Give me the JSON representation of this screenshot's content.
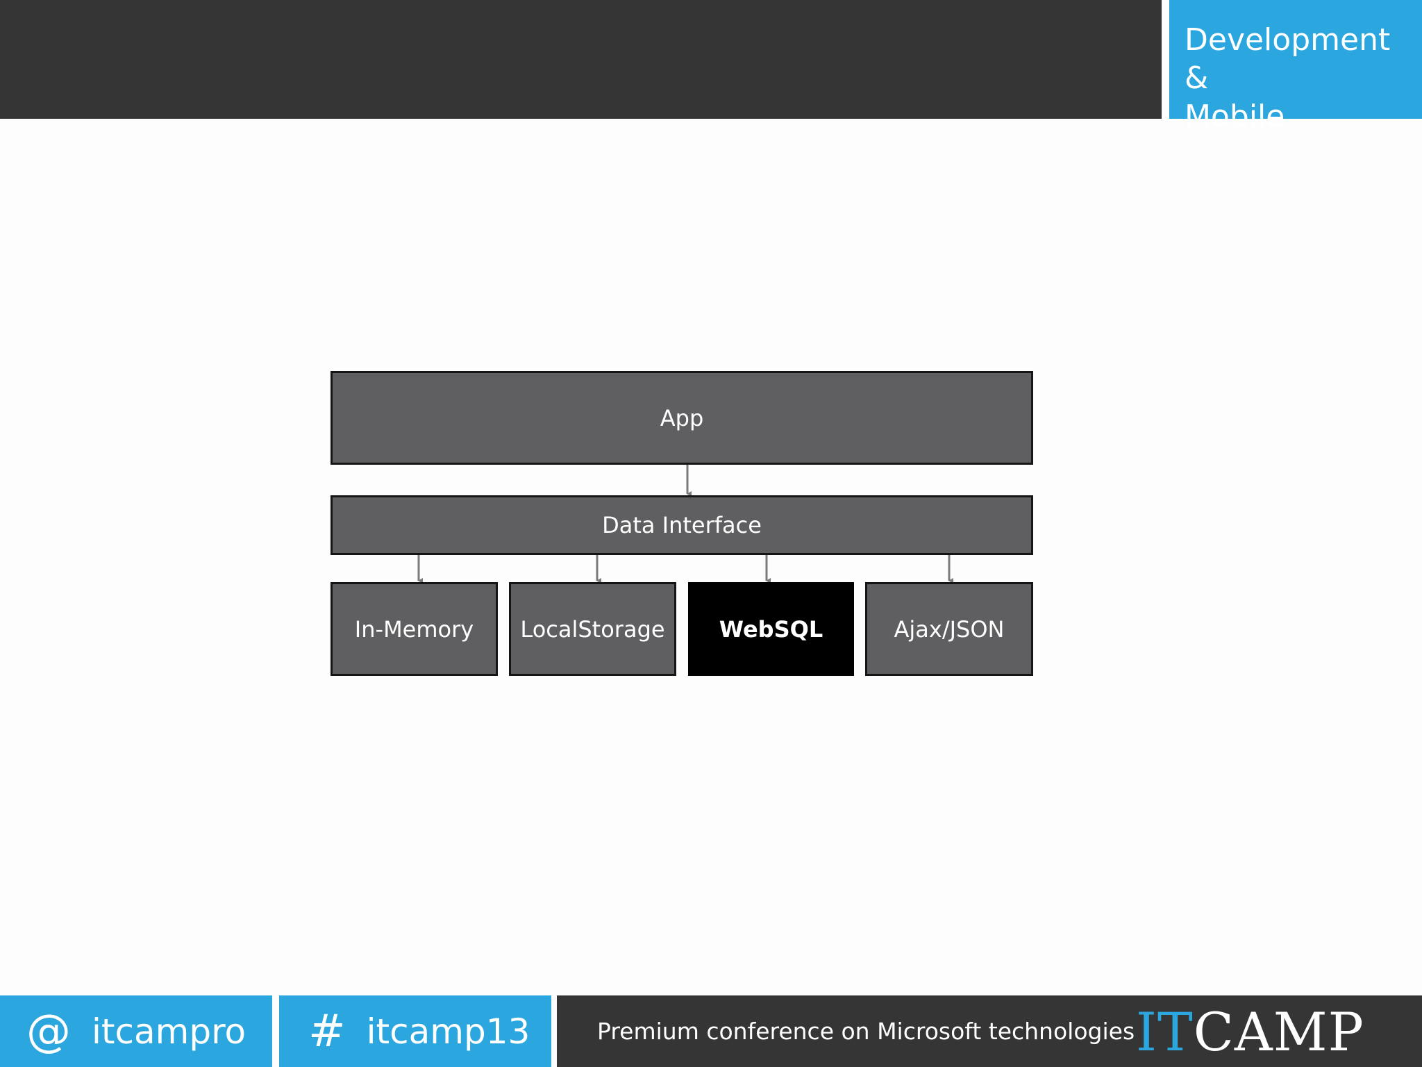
{
  "header": {
    "category_line1": "Development &",
    "category_line2": "Mobile"
  },
  "diagram": {
    "app": "App",
    "data_interface": "Data Interface",
    "storage": {
      "in_memory": "In-Memory",
      "local_storage": "LocalStorage",
      "websql": "WebSQL",
      "ajax_json": "Ajax/JSON"
    },
    "highlighted": "WebSQL",
    "colors": {
      "box_fill": "#5f5e60",
      "highlight_fill": "#000000",
      "arrow": "#7a7a7a"
    }
  },
  "footer": {
    "twitter_symbol": "@",
    "twitter_handle": "itcampro",
    "hashtag_symbol": "#",
    "hashtag": "itcamp13",
    "tagline": "Premium conference on Microsoft technologies",
    "logo_it": "IT",
    "logo_camp": "CAMP",
    "colors": {
      "accent": "#2ba6de",
      "dark": "#353535"
    }
  }
}
